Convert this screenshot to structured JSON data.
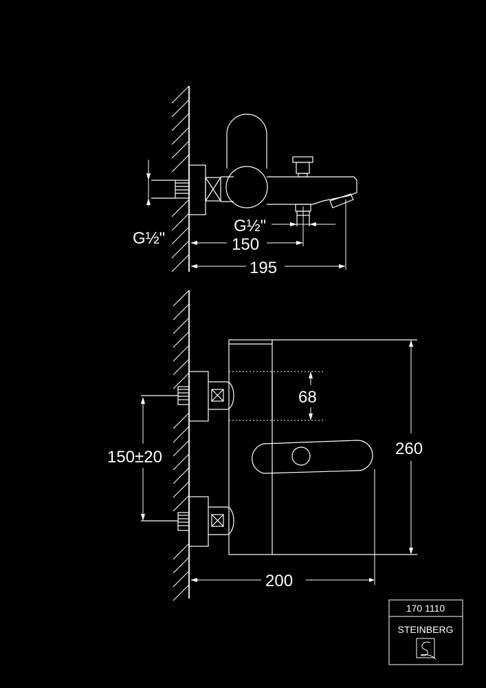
{
  "side_view": {
    "thread_wall": "G½\"",
    "thread_spout": "G½\"",
    "dim_150": "150",
    "dim_195": "195"
  },
  "front_view": {
    "dim_68": "68",
    "dim_150_20": "150±20",
    "dim_260": "260",
    "dim_200": "200"
  },
  "title_block": {
    "article_number": "170 1110",
    "brand": "STEINBERG"
  }
}
